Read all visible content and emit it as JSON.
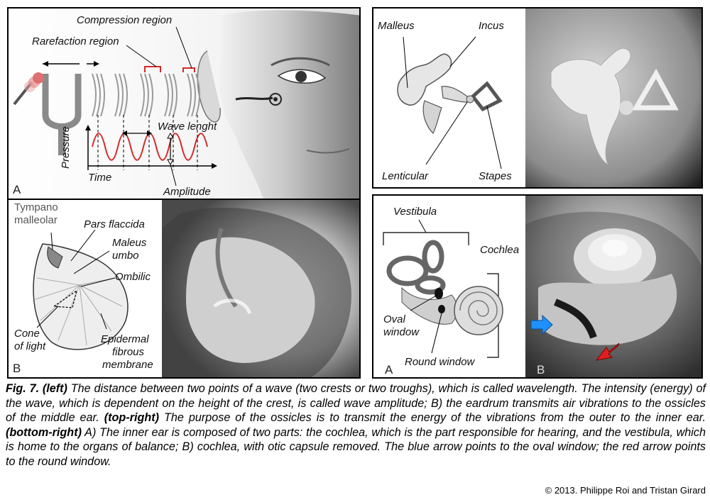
{
  "panel_wave": {
    "letter": "A",
    "compression": "Compression region",
    "rarefaction": "Rarefaction region",
    "wavelength": "Wave lenght",
    "pressure": "Pressure",
    "time": "Time",
    "amplitude": "Amplitude"
  },
  "panel_eardrum": {
    "letter": "B",
    "tympano": "Tympano",
    "malleolar": "malleolar",
    "pars_flaccida": "Pars flaccida",
    "maleus": "Maleus",
    "umbo": "umbo",
    "ombilic": "Ombilic",
    "cone": "Cone",
    "of_light": "of light",
    "epidermal": "Epidermal",
    "fibrous": "fibrous",
    "membrane": "membrane"
  },
  "panel_ossicles": {
    "malleus": "Malleus",
    "incus": "Incus",
    "lenticular": "Lenticular",
    "stapes": "Stapes"
  },
  "panel_inner_ear": {
    "letter_a": "A",
    "letter_b": "B",
    "vestibula": "Vestibula",
    "cochlea": "Cochlea",
    "oval": "Oval",
    "window": "window",
    "round_window": "Round window"
  },
  "caption": {
    "fig": "Fig. 7.",
    "left_tag": "(left)",
    "left_text": "The distance between two points of a wave (two crests or two troughs), which is called wavelength. The intensity (energy) of the wave, which is dependent on the height of the crest, is called wave amplitude; B) the eardrum transmits air vibrations to the ossicles of the middle ear.",
    "topright_tag": "(top-right)",
    "topright_text": "The purpose of the ossicles is to transmit the energy of the vibrations from the outer to the inner ear.",
    "bottomright_tag": "(bottom-right)",
    "bottomright_text": "A) The inner ear is composed of two parts: the cochlea, which is the part responsible for hearing, and the vestibula, which is home to the organs of balance; B) cochlea, with otic capsule removed. The blue arrow points to the oval window; the red arrow points to the round window."
  },
  "copyright": "© 2013. Philippe Roi and Tristan Girard",
  "colors": {
    "wave": "#d42a2a",
    "blue_arrow": "#1e90ff",
    "red_arrow": "#e02020",
    "bracket": "#d42a2a"
  }
}
